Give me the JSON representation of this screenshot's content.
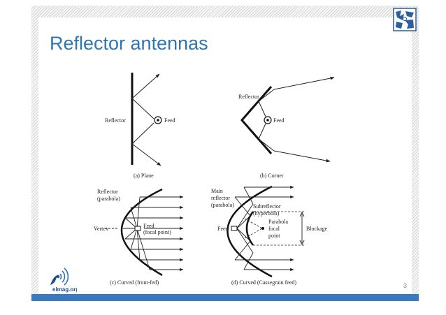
{
  "slide": {
    "title": "Reflector antennas",
    "page_number": "3"
  },
  "figures": {
    "plane": {
      "reflector_label": "Reflector",
      "feed_label": "Feed",
      "caption": "(a)  Plane"
    },
    "corner": {
      "reflector_label": "Reflector",
      "feed_label": "Feed",
      "caption": "(b)  Corner"
    },
    "front_fed": {
      "reflector_label_line1": "Reflector",
      "reflector_label_line2": "(parabola)",
      "vertex_label": "Vertex",
      "feed_label_line1": "Feed",
      "feed_label_line2": "(focal point)",
      "caption": "(c)  Curved (front-fed)"
    },
    "cassegrain": {
      "main_label_line1": "Main",
      "main_label_line2": "reflector",
      "main_label_line3": "(parabola)",
      "sub_label_line1": "Subreflector",
      "sub_label_line2": "(hyperbola)",
      "focal_label_line1": "Parabola",
      "focal_label_line2": "focal",
      "focal_label_line3": "point",
      "feed_label": "Feed",
      "blockage_label": "Blockage",
      "caption": "(d)  Curved (Cassegrain feed)"
    }
  },
  "logos": {
    "bottom_left_text": "elmag.org",
    "top_right_icon": "university-crest-icon"
  }
}
